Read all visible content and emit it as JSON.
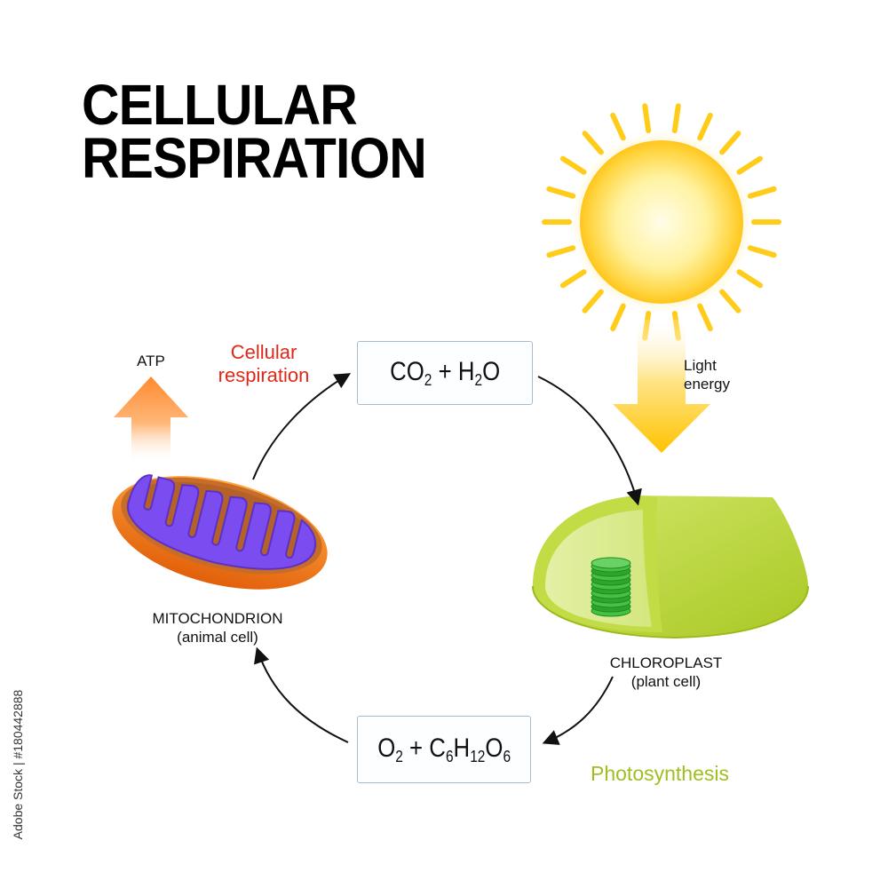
{
  "title": {
    "line1": "CELLULAR",
    "line2": "RESPIRATION"
  },
  "labels": {
    "atp": "ATP",
    "cellular_respiration_line1": "Cellular",
    "cellular_respiration_line2": "respiration",
    "light_energy_line1": "Light",
    "light_energy_line2": "energy",
    "mitochondrion": "MITOCHONDRION",
    "mitochondrion_sub": "(animal cell)",
    "chloroplast": "CHLOROPLAST",
    "chloroplast_sub": "(plant cell)",
    "photosynthesis": "Photosynthesis"
  },
  "formulas": {
    "top": {
      "a": "CO",
      "a_sub": "2",
      "plus": " + ",
      "b": "H",
      "b_sub": "2",
      "b_tail": "O"
    },
    "bottom": {
      "a": "O",
      "a_sub": "2",
      "plus": " + ",
      "c": "C",
      "c_sub": "6",
      "h": "H",
      "h_sub": "12",
      "o": "O",
      "o_sub": "6"
    }
  },
  "credit": "Adobe Stock | #180442888",
  "colors": {
    "respiration_label": "#e0281a",
    "photosynthesis_label": "#9fbf1f",
    "sun": "#ffd21e",
    "arrow_yellow": "#ffc400",
    "arrow_orange": "#ff8a2e",
    "mitochondrion_outer": "#f07a12",
    "mitochondrion_inner": "#7b4cf0",
    "chloroplast": "#b7d332",
    "granum": "#3db53a",
    "box_border": "#a8bcd0"
  },
  "icons": [
    "sun-icon",
    "mitochondrion-icon",
    "chloroplast-icon",
    "atp-arrow-icon",
    "light-arrow-icon"
  ]
}
